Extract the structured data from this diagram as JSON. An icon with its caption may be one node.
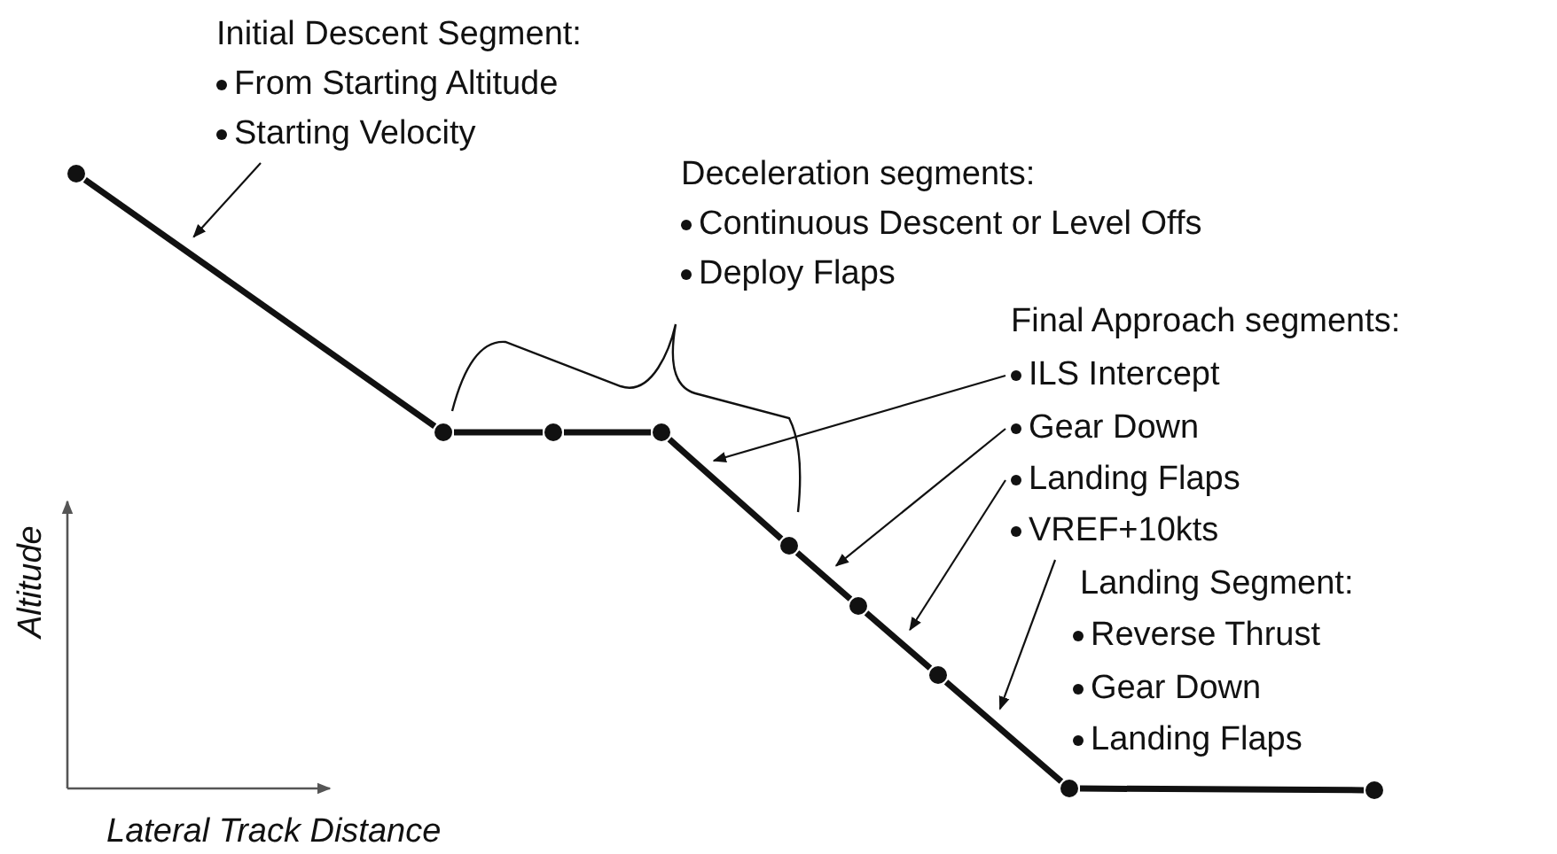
{
  "diagram": {
    "nodes": [
      {
        "text": [
          "Initial Descent Segment:",
          "From Starting Altitude",
          "Starting Velocity"
        ]
      },
      {
        "text": [
          "Deceleration segments:",
          "Continuous Descent or Level Offs",
          "Deploy Flaps"
        ]
      },
      {
        "text": [
          "ILS Intercept"
        ]
      },
      {
        "text": [
          "Gear Down"
        ]
      },
      {
        "text": [
          "Landing Flaps"
        ]
      },
      {
        "text": [
          "VREF+10kts"
        ]
      },
      {
        "text": [],
        "shape": "line"
      },
      {
        "text": [],
        "shape": "line"
      },
      {
        "text": [],
        "shape": "line"
      },
      {
        "text": [],
        "shape": "line"
      },
      {
        "text": [],
        "shape": "line"
      }
    ],
    "edges": [
      {
        "from": 0,
        "to": 6,
        "arrow": "to"
      },
      {
        "from": 2,
        "to": 7,
        "arrow": "to"
      },
      {
        "from": 3,
        "to": 8,
        "arrow": "to"
      },
      {
        "from": 4,
        "to": 9,
        "arrow": "to"
      },
      {
        "from": 5,
        "to": 10,
        "arrow": "to"
      }
    ],
    "labels": [
      "Final Approach segments:",
      "Landing Segment:",
      "Reverse Thrust",
      "Gear Down",
      "Landing Flaps",
      "Altitude",
      "Lateral Track Distance"
    ]
  }
}
